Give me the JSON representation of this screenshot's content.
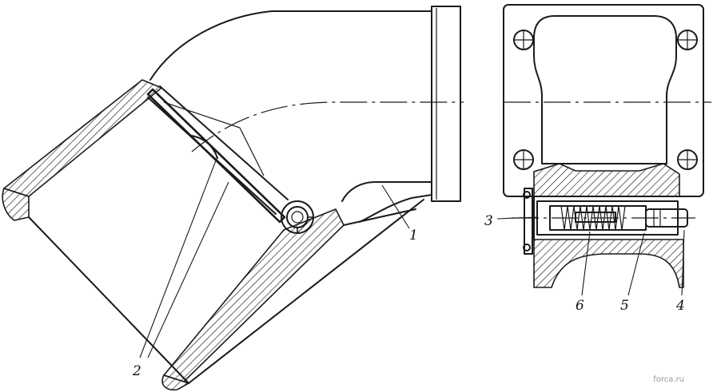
{
  "callouts": {
    "c1": "1",
    "c2": "2",
    "c3": "3",
    "c4": "4",
    "c5": "5",
    "c6": "6"
  },
  "watermark": "forca.ru",
  "colors": {
    "ink": "#1a1a1a",
    "paper": "#ffffff",
    "watermark": "#9a9a9a"
  }
}
